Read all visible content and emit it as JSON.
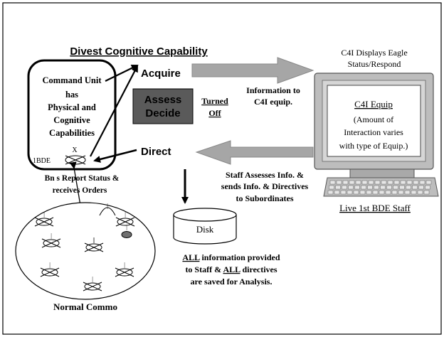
{
  "title": "Divest Cognitive Capability",
  "command_unit": {
    "lines": [
      "Command Unit",
      "has",
      "Physical and",
      "Cognitive",
      "Capabilities"
    ],
    "unit_symbol_mark": "X",
    "unit_label": "1BDE"
  },
  "acquire_label": "Acquire",
  "direct_label": "Direct",
  "assess_decide": {
    "line1": "Assess",
    "line2": "Decide"
  },
  "turned_off": {
    "line1": "Turned",
    "line2": "Off"
  },
  "info_to_c4i": {
    "line1": "Information to",
    "line2": "C4I equip."
  },
  "c4i_displays": {
    "line1": "C4I Displays Eagle",
    "line2": "Status/Respond"
  },
  "screen": {
    "title": "C4I Equip",
    "lines": [
      "(Amount of",
      "Interaction varies",
      "with type of Equip.)"
    ]
  },
  "staff_assesses": {
    "line1": "Staff Assesses Info. &",
    "line2": "sends Info. & Directives",
    "line3": "to Subordinates"
  },
  "live_staff": "Live 1st BDE Staff",
  "bns_report": {
    "line1": "Bn s Report Status &",
    "line2": "receives Orders"
  },
  "disk_label": "Disk",
  "saved": {
    "line1_u": "ALL",
    "line1_rest": " information provided",
    "line2_pre": "to Staff & ",
    "line2_u": "ALL",
    "line2_rest": " directives",
    "line3": "are saved for Analysis."
  },
  "normal_commo": "Normal Commo",
  "unit_marks": [
    "|",
    "|",
    "|",
    "||",
    "|",
    "|",
    "|",
    "|"
  ],
  "colors": {
    "assess_box": "#5a5a5a",
    "arrow_gray": "#a6a6a6",
    "monitor": "#bdbdbd",
    "screen": "#ffffff",
    "black": "#000000"
  }
}
